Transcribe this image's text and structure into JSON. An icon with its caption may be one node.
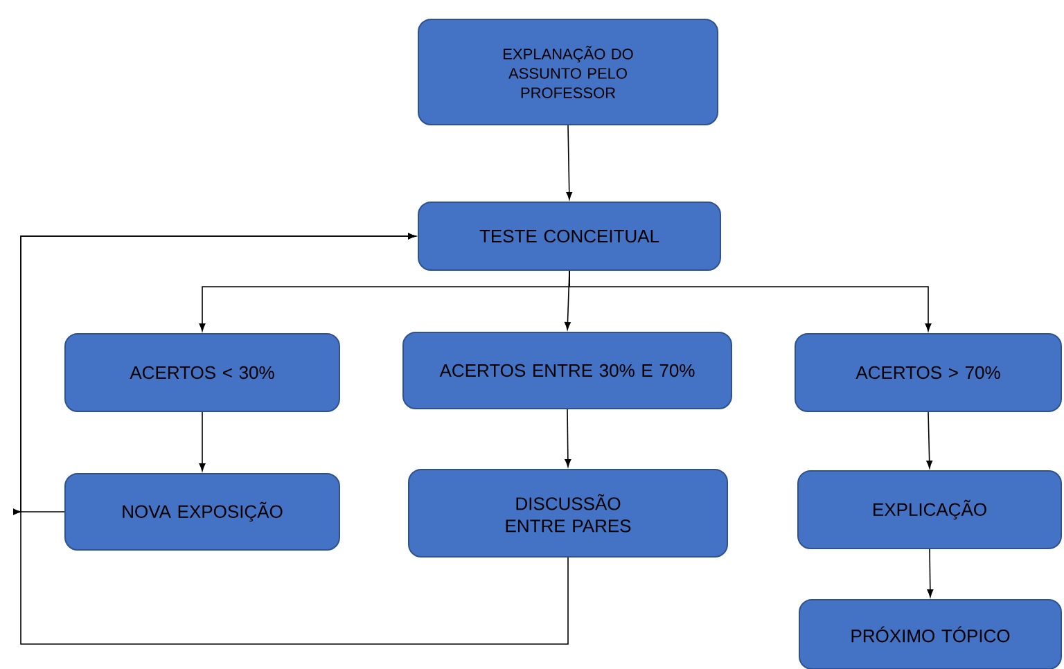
{
  "diagram": {
    "nodes": [
      {
        "text": [
          "EXPLANAÇÃO DO ASSUNTO PELO PROFESSOR"
        ]
      },
      {
        "text": [
          "TESTE CONCEITUAL"
        ]
      },
      {
        "text": [
          "ACERTOS < 30%"
        ]
      },
      {
        "text": [
          "ACERTOS ENTRE 30% E 70%"
        ]
      },
      {
        "text": [
          "ACERTOS > 70%"
        ]
      },
      {
        "text": [
          "NOVA EXPOSIÇÃO"
        ]
      },
      {
        "text": [
          "DISCUSSÃO ENTRE PARES"
        ]
      },
      {
        "text": [
          "EXPLICAÇÃO"
        ]
      },
      {
        "text": [
          "PRÓXIMO TÓPICO"
        ]
      }
    ],
    "edges": [
      {
        "from": 0,
        "to": 1,
        "arrow": "to"
      },
      {
        "from": 1,
        "to": 2,
        "arrow": "to"
      },
      {
        "from": 1,
        "to": 3,
        "arrow": "to"
      },
      {
        "from": 1,
        "to": 4,
        "arrow": "to"
      },
      {
        "from": 2,
        "to": 5,
        "arrow": "to"
      },
      {
        "from": 3,
        "to": 6,
        "arrow": "to"
      },
      {
        "from": 4,
        "to": 7,
        "arrow": "to"
      },
      {
        "from": 7,
        "to": 8,
        "arrow": "to"
      },
      {
        "from": 5,
        "to": 1,
        "arrow": "to"
      },
      {
        "from": 6,
        "to": 1,
        "arrow": "to"
      }
    ]
  }
}
